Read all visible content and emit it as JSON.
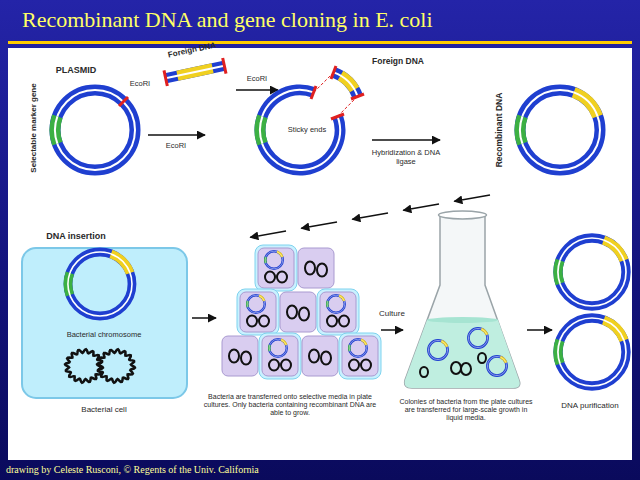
{
  "diagram": {
    "title": "Recombinant DNA and gene cloning in E. coli",
    "caption": "drawing by Celeste Rusconi, © Regents of the Univ. California",
    "labels": [
      "PLASMID",
      "EcoRI",
      "Selectable marker gene",
      "Foreign DNA",
      "EcoRI",
      "EcoRI",
      "Foreign DNA",
      "Sticky ends",
      "Hybridization & DNA ligase",
      "Recombinant DNA",
      "DNA insertion",
      "Bacterial chromosome",
      "Bacterial cell",
      "Bacteria are transferred onto selective media in plate cultures. Only bacteria containing recombinant DNA are able to grow.",
      "Culture",
      "Colonies of bacteria from the plate cultures are transferred for large-scale growth in liquid media.",
      "DNA purification"
    ]
  }
}
